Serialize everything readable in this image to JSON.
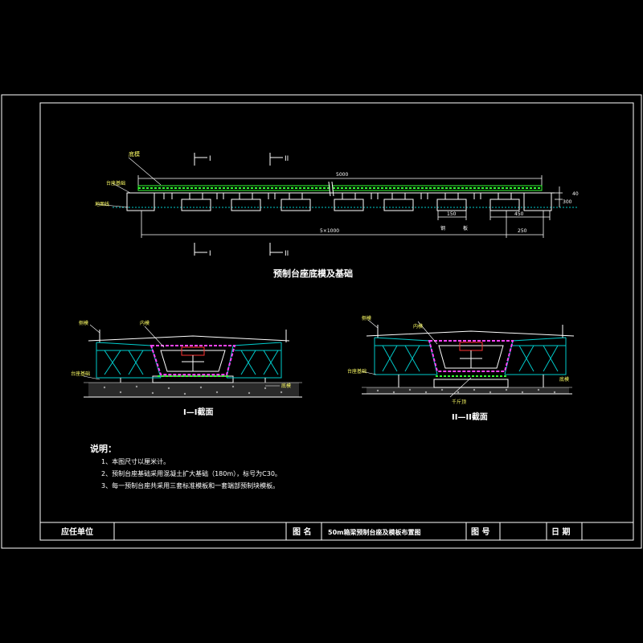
{
  "elevation": {
    "title": "预制台座底模及基础",
    "section_i": "I",
    "section_ii": "II",
    "label_bottom_form": "底模",
    "label_pedestal": "台座基础",
    "label_ground": "地面线",
    "dim_total": "5000",
    "dim_overall": "5×1000",
    "dim_a": "150",
    "dim_b": "450",
    "dim_c": "250",
    "dim_d": "300",
    "dim_e": "40",
    "label_steel": "钢",
    "label_plate": "板"
  },
  "section1": {
    "title": "I—I截面",
    "label_side_form": "侧模",
    "label_inner_form": "内模",
    "label_base": "台座基础",
    "label_bottom": "底模"
  },
  "section2": {
    "title": "II—II截面",
    "label_side_form": "侧模",
    "label_inner_form": "内模",
    "label_base": "台座基础",
    "label_bottom": "底模",
    "label_jack": "千斤顶"
  },
  "notes": {
    "heading": "说明：",
    "items": [
      "1、本图尺寸以厘米计。",
      "2、预制台座基础采用混凝土扩大基础（180m），标号为C30。",
      "3、每一预制台座共采用三套标准模板和一套端部预制块模板。"
    ]
  },
  "title_block": {
    "unit_label": "应任单位",
    "name_label": "图 名",
    "drawing_name": "50m箱梁预制台座及模板布置图",
    "number_label": "图 号",
    "date_label": "日 期"
  }
}
